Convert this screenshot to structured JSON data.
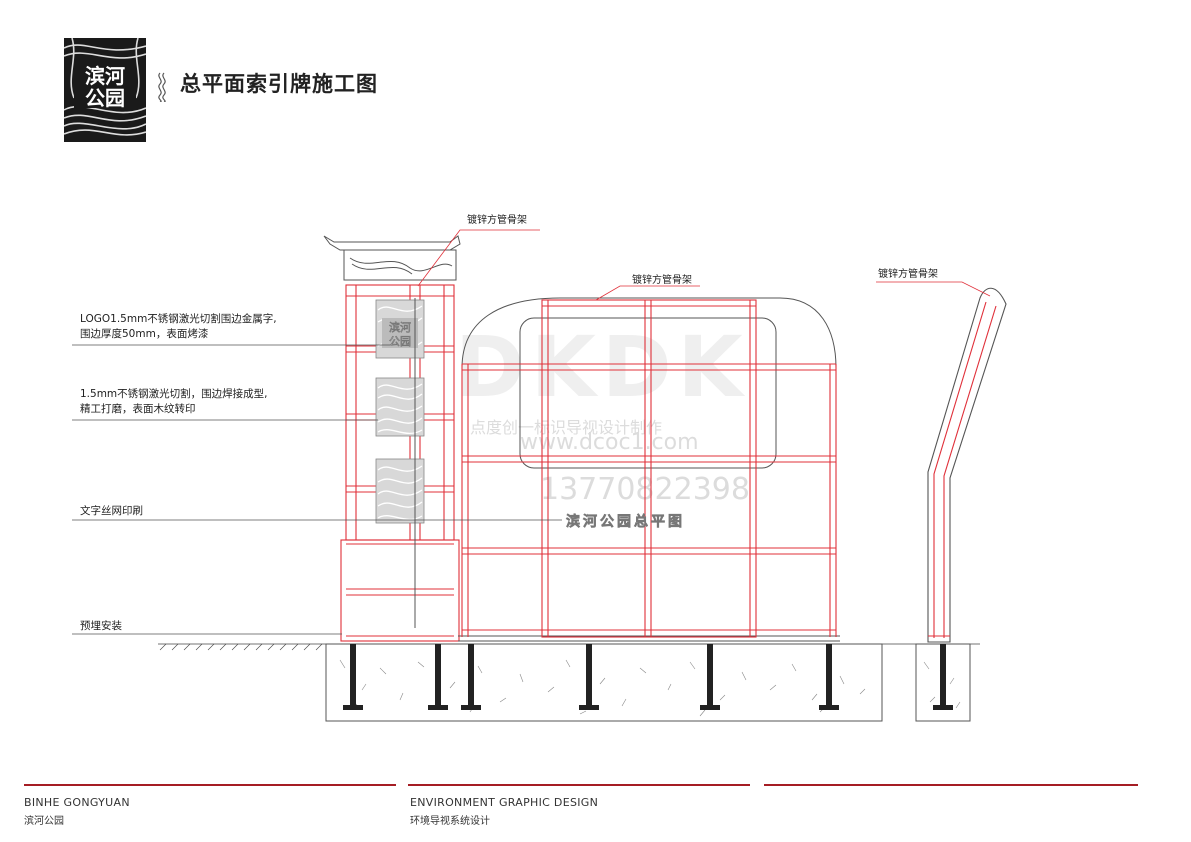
{
  "header": {
    "logo_text_line1": "滨河",
    "logo_text_line2": "公园",
    "title": "总平面索引牌施工图"
  },
  "annotations": {
    "frame_top": "镀锌方管骨架",
    "frame_board": "镀锌方管骨架",
    "frame_side": "镀锌方管骨架",
    "logo_line1": "LOGO1.5mm不锈钢激光切割围边金属字,",
    "logo_line2": "围边厚度50mm，表面烤漆",
    "panel_line1": "1.5mm不锈钢激光切割，围边焊接成型,",
    "panel_line2": "精工打磨，表面木纹转印",
    "screen_print": "文字丝网印刷",
    "embedded": "预埋安装"
  },
  "board": {
    "title_text": "滨河公园总平图",
    "post_logo_1": "滨河",
    "post_logo_2": "公园"
  },
  "watermark": {
    "brand": "DKDK",
    "tagline": "点度创一标识导视设计制作",
    "url": "www.dcoc1.com",
    "phone": "13770822398"
  },
  "footer": {
    "left_en": "BINHE GONGYUAN",
    "left_cn": "滨河公园",
    "mid_en": "ENVIRONMENT GRAPHIC DESIGN",
    "mid_cn": "环境导视系统设计"
  },
  "colors": {
    "accent_red": "#a51d24",
    "frame_red": "#e0303a",
    "line_gray": "#555555"
  }
}
